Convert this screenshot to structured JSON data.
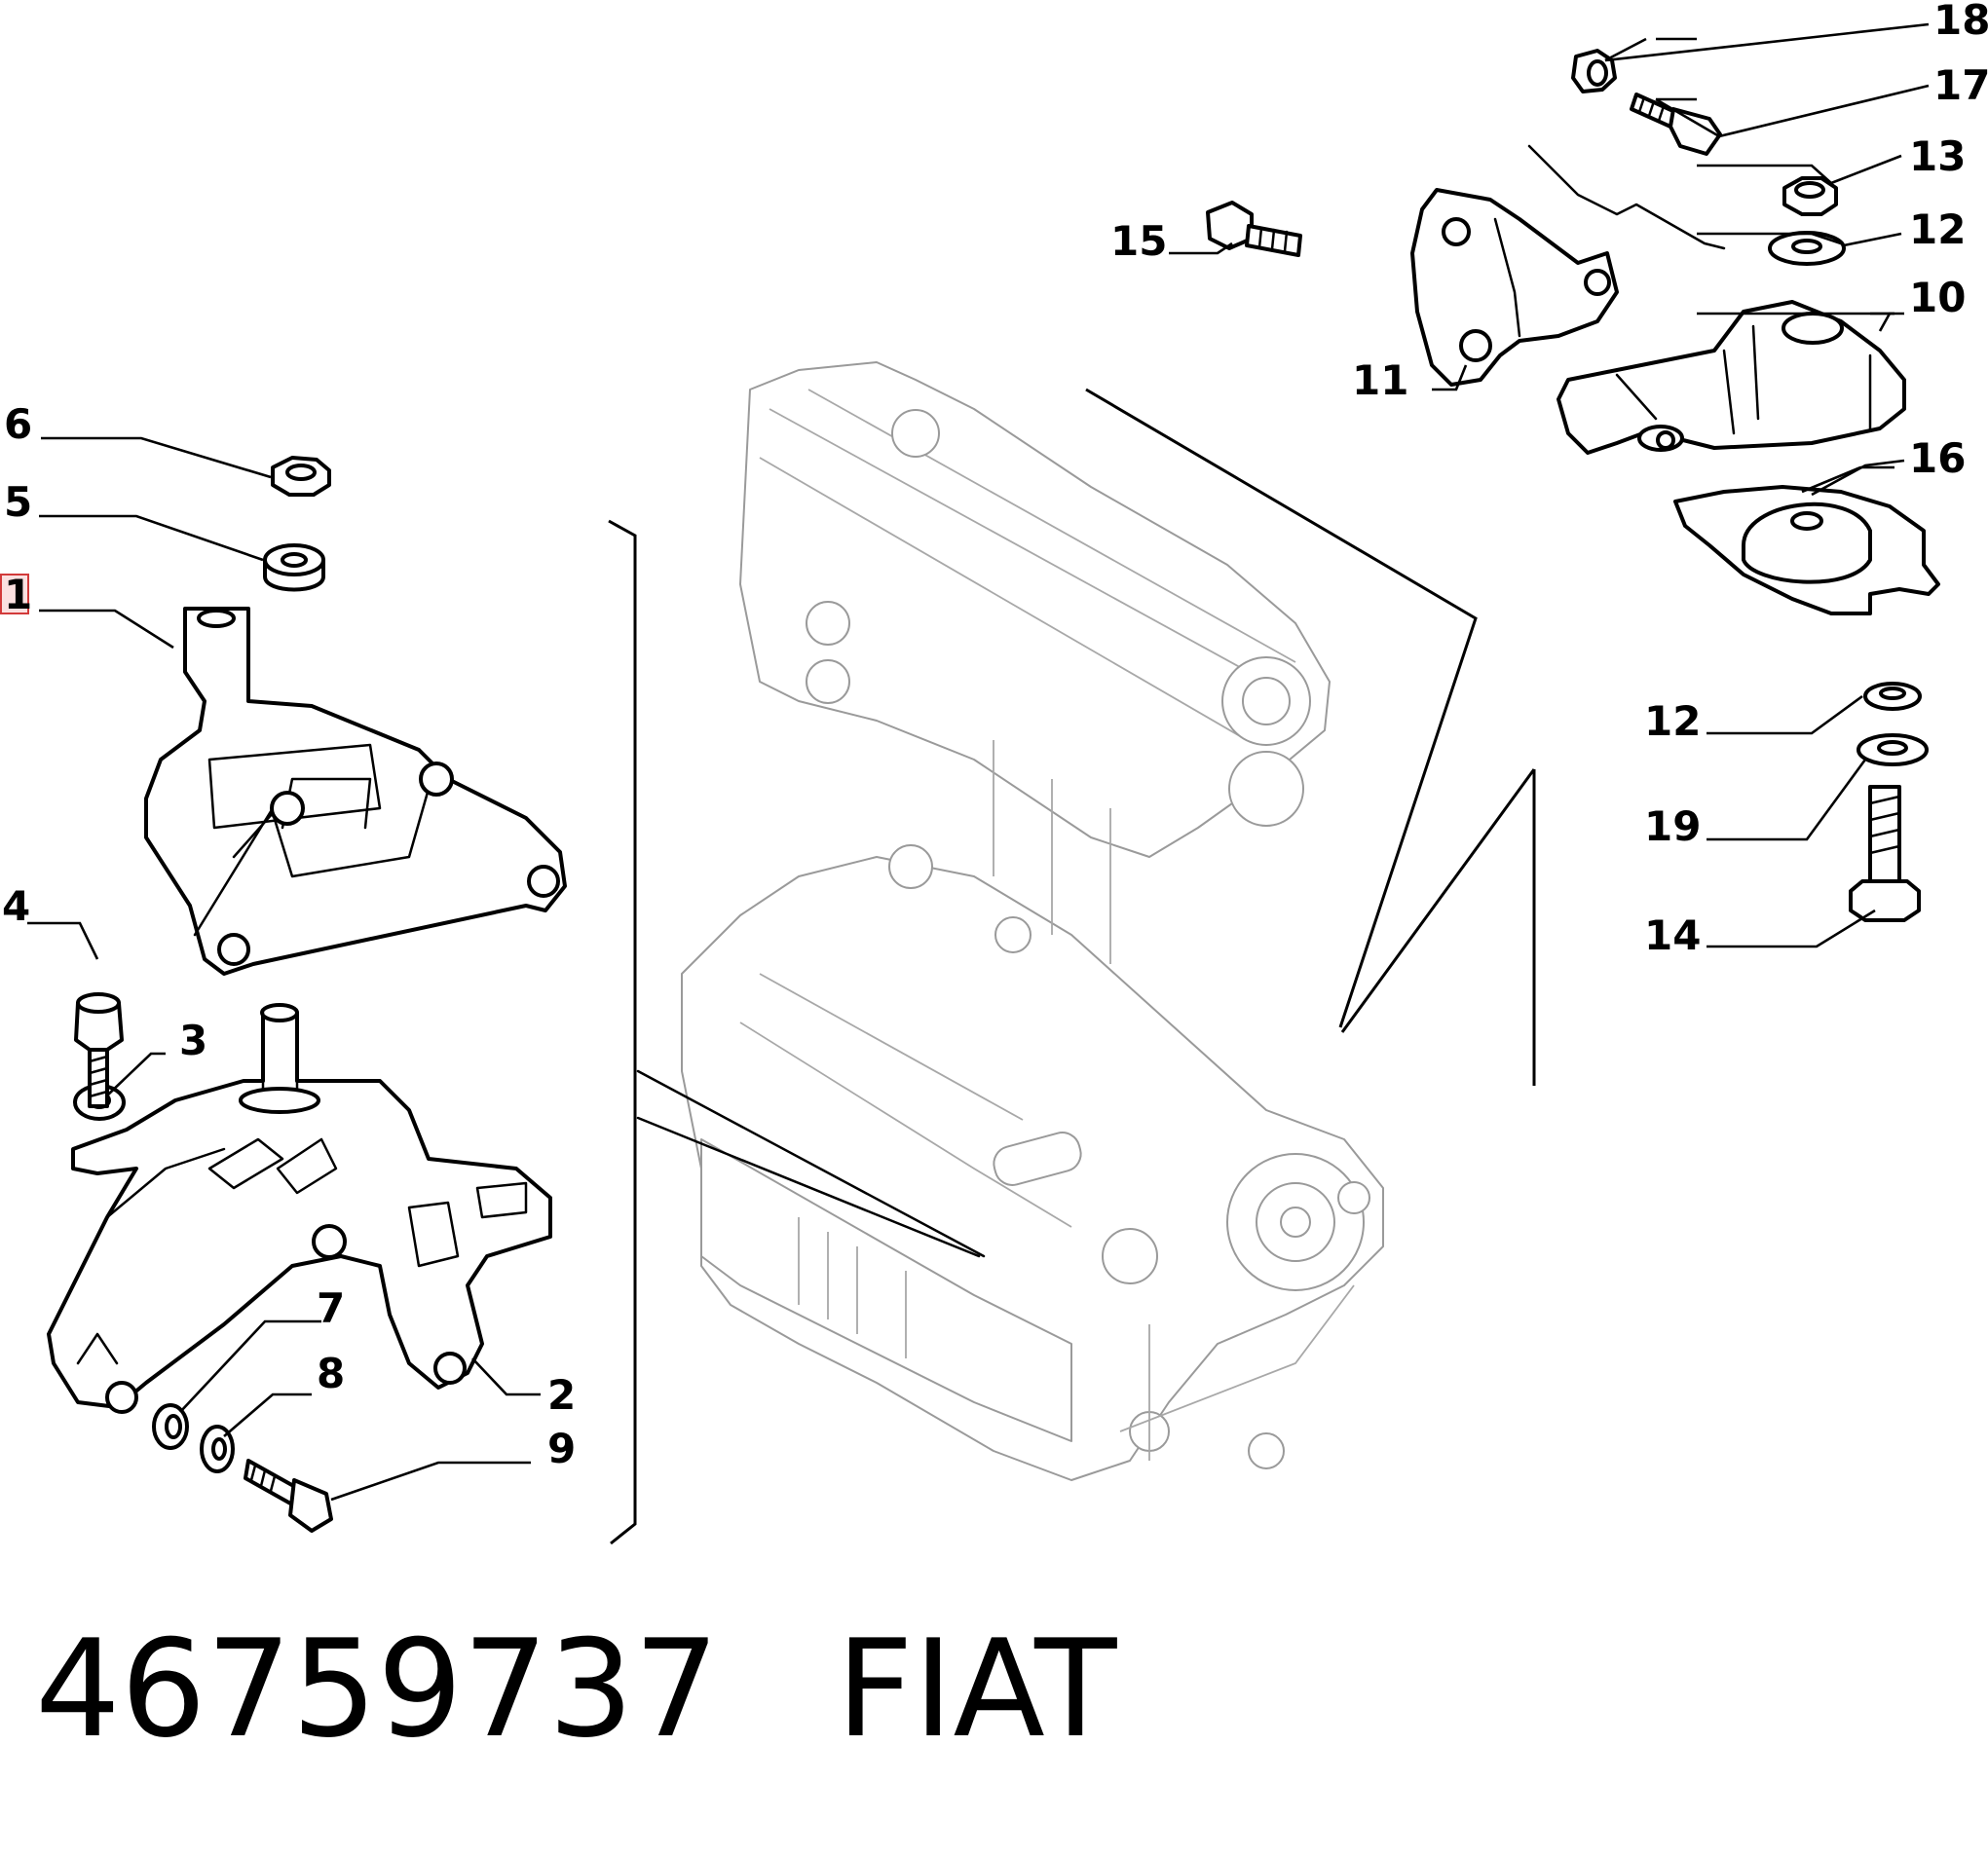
{
  "diagram": {
    "callouts": [
      "1",
      "2",
      "3",
      "4",
      "5",
      "6",
      "7",
      "8",
      "9",
      "10",
      "11",
      "12",
      "13",
      "14",
      "15",
      "16",
      "17",
      "18",
      "19"
    ],
    "highlighted_callout": "1"
  },
  "caption": {
    "part_number": "46759737",
    "brand": "FIAT"
  }
}
